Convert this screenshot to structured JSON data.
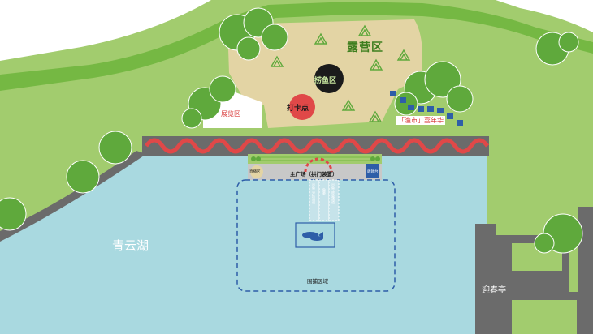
{
  "map": {
    "labels": {
      "lake": "青云湖",
      "camping_area": "露营区",
      "fishing_area": "捞鱼区",
      "checkin_point": "打卡点",
      "exhibition_area": "展览区",
      "fish_market_carnival": "「渔市」嘉年华",
      "main_stage": "主广场（拱门装置）",
      "live_stream": "直播区",
      "payment": "收款台",
      "netting_area": "围捕区域",
      "pavilion": "迎春亭",
      "channel_left": "出鱼·分拣通道",
      "channel_mid": "鱼篓",
      "channel_right": "出鱼·称重通道"
    },
    "icon_names": [
      "tent-icon",
      "fish-icon",
      "market-stall-icon",
      "tree-icon",
      "wave-barrier",
      "arch-icon"
    ],
    "colors": {
      "lake": "#a9d9e0",
      "grass": "#a2cc6e",
      "dark_grass": "#75b843",
      "path": "#6b6b6b",
      "camp_ground": "#e3d4a4",
      "tree": "#5fa93c",
      "wave_red": "#e04848",
      "net_dashed": "#2e5ea8",
      "stage_blue": "#2e5ea8"
    }
  }
}
